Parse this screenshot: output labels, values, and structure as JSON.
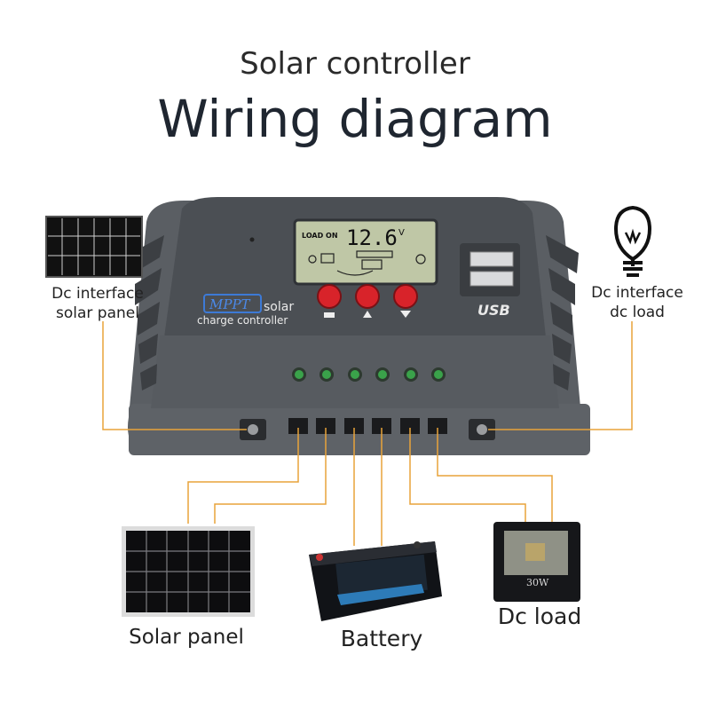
{
  "header": {
    "subtitle": "Solar controller",
    "title": "Wiring diagram"
  },
  "controller": {
    "lcd_status": "LOAD ON",
    "lcd_reading": "12.6",
    "lcd_unit": "V",
    "brand_badge": "MPPT",
    "brand_line1": "solar",
    "brand_line2": "charge controller",
    "usb_label": "USB",
    "button_count": 3,
    "led_count": 6,
    "terminal_count": 6
  },
  "labels": {
    "dc_solar_line1": "Dc interface",
    "dc_solar_line2": "solar panel",
    "dc_load_line1": "Dc interface",
    "dc_load_line2": "dc load",
    "solar_panel": "Solar panel",
    "battery": "Battery",
    "dc_load": "Dc load",
    "lamp_rating": "30W"
  },
  "colors": {
    "wire": "#e8a33a",
    "controller_body": "#5a5e63",
    "controller_dark": "#44484c",
    "button_red": "#d8232a",
    "led_green": "#3aa24a",
    "lcd_bg": "#bfc7a6",
    "title": "#1f2630"
  }
}
